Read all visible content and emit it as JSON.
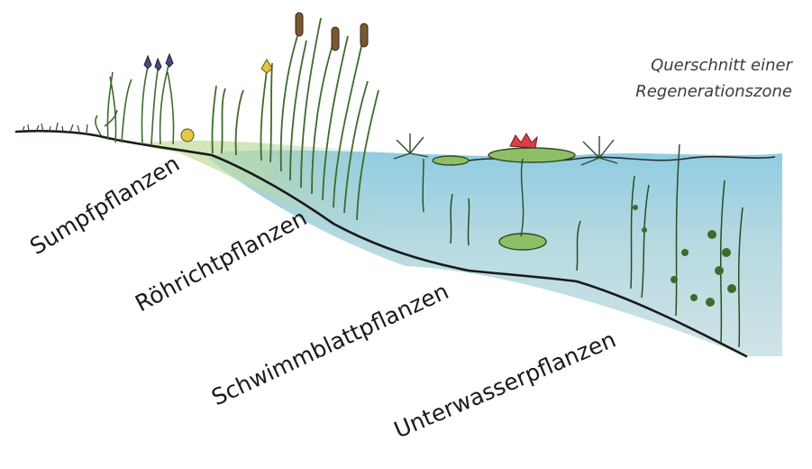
{
  "caption": {
    "line1": "Querschnitt einer",
    "line2": "Regenerationszone"
  },
  "zones": {
    "sumpf": "Sumpfpflanzen",
    "roehricht": "Röhrichtpflanzen",
    "schwimmblatt": "Schwimmblattpflanzen",
    "unterwasser": "Unterwasserpflanzen"
  },
  "colors": {
    "water_deep": "#6fb8d6",
    "water_light": "#b9dde6",
    "shore_green": "#bfd99a",
    "plant_green": "#4f7d3a",
    "outline": "#1a1a1a",
    "water_lily": "#d93f4a",
    "iris": "#4a4a7a"
  }
}
